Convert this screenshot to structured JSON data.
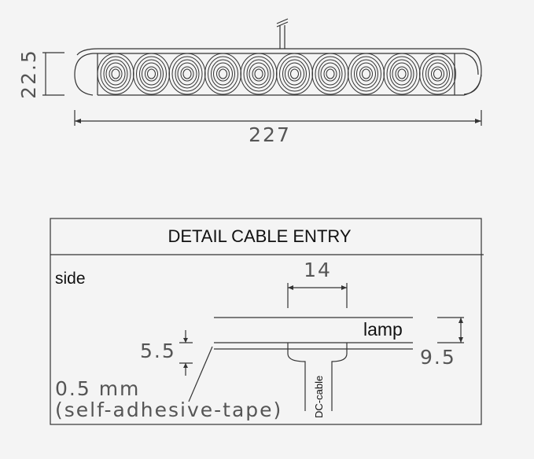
{
  "top_view": {
    "height_dimension": "22.5",
    "length_dimension": "227",
    "lens_count": 10
  },
  "detail": {
    "title": "DETAIL CABLE ENTRY",
    "side_label": "side",
    "cable_width": "14",
    "lamp_label": "lamp",
    "lamp_height": "9.5",
    "total_height": "5.5",
    "tape_thickness": "0.5 mm",
    "tape_label": "(self-adhesive-tape)",
    "cable_label": "DC-cable"
  }
}
